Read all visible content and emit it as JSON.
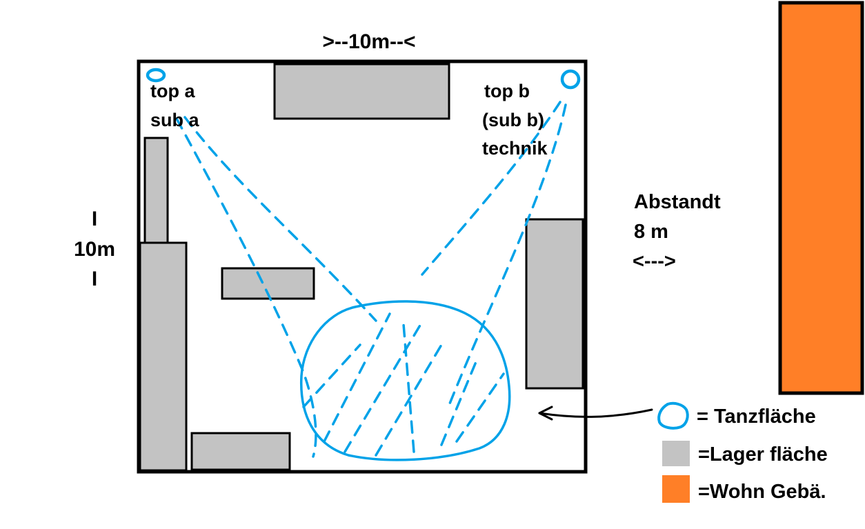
{
  "colors": {
    "storage": "#c3c3c3",
    "building": "#ff7f27",
    "blue": "#00a2e8",
    "ink": "#000000"
  },
  "room": {
    "width_label": ">--10m--<",
    "height_label": {
      "top": "I",
      "mid": "10m",
      "bottom": "I"
    }
  },
  "speaker_a": {
    "line1": "top a",
    "line2": "sub a"
  },
  "speaker_b": {
    "line1": "top b",
    "line2": "(sub b)",
    "line3": "technik"
  },
  "distance": {
    "line1": "Abstandt",
    "line2": "8 m",
    "line3": "<--->"
  },
  "legend": {
    "dance_label": "= Tanzfläche",
    "storage_label": "=Lager fläche",
    "building_label": "=Wohn Gebä."
  }
}
